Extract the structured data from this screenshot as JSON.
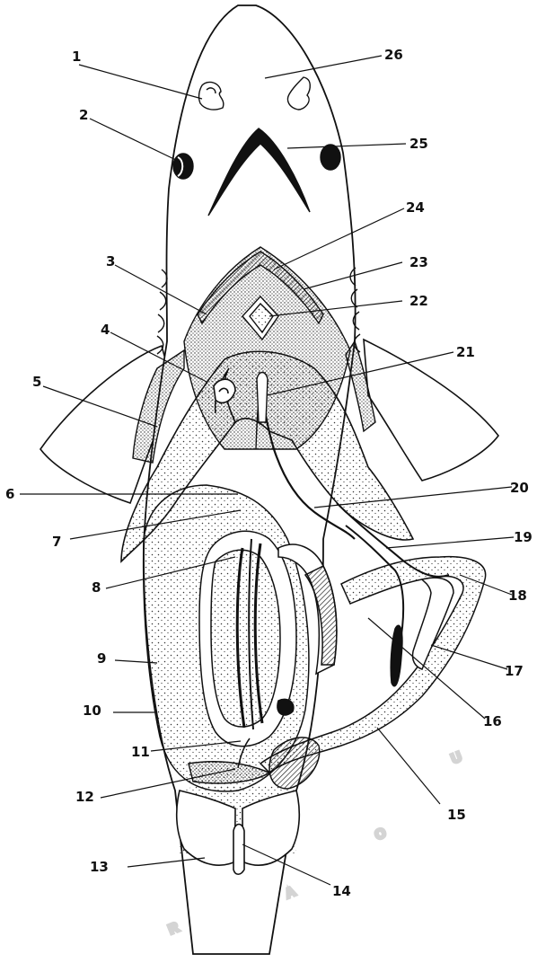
{
  "watermark": [
    "R",
    "A",
    "O",
    "U"
  ],
  "labels": [
    {
      "id": "l1",
      "text": "1"
    },
    {
      "id": "l2",
      "text": "2"
    },
    {
      "id": "l3",
      "text": "3"
    },
    {
      "id": "l4",
      "text": "4"
    },
    {
      "id": "l5",
      "text": "5"
    },
    {
      "id": "l6",
      "text": "6"
    },
    {
      "id": "l7",
      "text": "7"
    },
    {
      "id": "l8",
      "text": "8"
    },
    {
      "id": "l9",
      "text": "9"
    },
    {
      "id": "l10",
      "text": "10"
    },
    {
      "id": "l11",
      "text": "11"
    },
    {
      "id": "l12",
      "text": "12"
    },
    {
      "id": "l13",
      "text": "13"
    },
    {
      "id": "l14",
      "text": "14"
    },
    {
      "id": "l15",
      "text": "15"
    },
    {
      "id": "l16",
      "text": "16"
    },
    {
      "id": "l17",
      "text": "17"
    },
    {
      "id": "l18",
      "text": "18"
    },
    {
      "id": "l19",
      "text": "19"
    },
    {
      "id": "l20",
      "text": "20"
    },
    {
      "id": "l21",
      "text": "21"
    },
    {
      "id": "l22",
      "text": "22"
    },
    {
      "id": "l23",
      "text": "23"
    },
    {
      "id": "l24",
      "text": "24"
    },
    {
      "id": "l25",
      "text": "25"
    },
    {
      "id": "l26",
      "text": "26"
    }
  ]
}
